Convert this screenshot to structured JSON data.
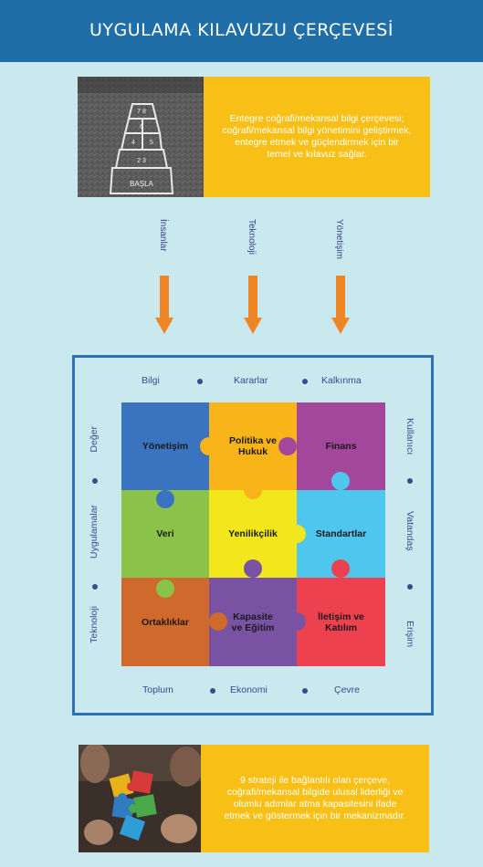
{
  "header": {
    "title": "UYGULAMA KILAVUZU ÇERÇEVESİ"
  },
  "top_card": {
    "image_caption": "BAŞLA",
    "text": "Entegre coğrafi/mekansal bilgi çerçevesi; coğrafi/mekansal bilgi yönetimini geliştirmek, entegre etmek ve güçlendirmek için bir temel ve kılavuz sağlar."
  },
  "arrows": [
    {
      "label": "İnsanlar"
    },
    {
      "label": "Teknoloji"
    },
    {
      "label": "Yönetişim"
    }
  ],
  "frame": {
    "top_words": [
      "Bilgi",
      "Kararlar",
      "Kalkınma"
    ],
    "bottom_words": [
      "Toplum",
      "Ekonomi",
      "Çevre"
    ],
    "left_words": [
      "Değer",
      "Uygulamalar",
      "Teknoloji"
    ],
    "right_words": [
      "Kullanıcı",
      "Vatandaş",
      "Erişim"
    ]
  },
  "puzzle": [
    {
      "label": "Yönetişim",
      "color": "#3a73bf"
    },
    {
      "label": "Politika ve Hukuk",
      "color": "#f8b418"
    },
    {
      "label": "Finans",
      "color": "#a3479c"
    },
    {
      "label": "Veri",
      "color": "#8bc34a"
    },
    {
      "label": "Yenilikçilik",
      "color": "#f2e61d"
    },
    {
      "label": "Standartlar",
      "color": "#4ec6ee"
    },
    {
      "label": "Ortaklıklar",
      "color": "#d0692c"
    },
    {
      "label": "Kapasite ve Eğitim",
      "color": "#7a52a3"
    },
    {
      "label": "İletişim ve Katılım",
      "color": "#ee4150"
    }
  ],
  "bottom_card": {
    "text": "9 strateji ile bağlantılı olan çerçeve, coğrafi/mekansal bilgide ulusal liderliği ve olumlu adımlar atma kapasitesini ifade etmek ve göstermek için bir mekanizmadır."
  },
  "colors": {
    "header": "#1f6ea8",
    "background": "#c9e9ee",
    "accent": "#f8c016",
    "arrow": "#f08526",
    "frame": "#2f6fb6"
  }
}
